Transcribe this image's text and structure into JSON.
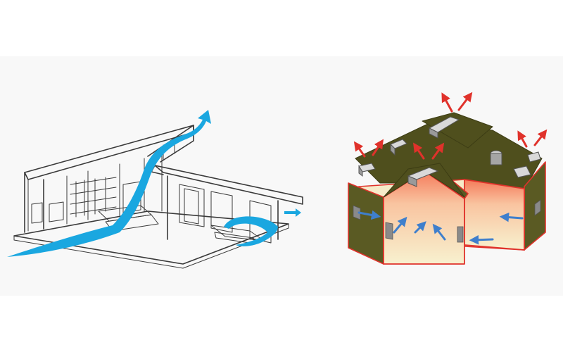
{
  "image": {
    "background": "#ffffff",
    "colors": {
      "airflow_blue": "#1aa7e0",
      "cool_arrow_blue": "#3f7fcc",
      "hot_arrow_red": "#e0322b",
      "roof_olive": "#5a5a23",
      "interior_cream": "#f7efc9"
    }
  },
  "panels": [
    {
      "name": "cross-ventilation-house",
      "icon": "house-section-sketch"
    },
    {
      "name": "stack-effect-house",
      "icon": "house-cutaway-3d"
    }
  ]
}
